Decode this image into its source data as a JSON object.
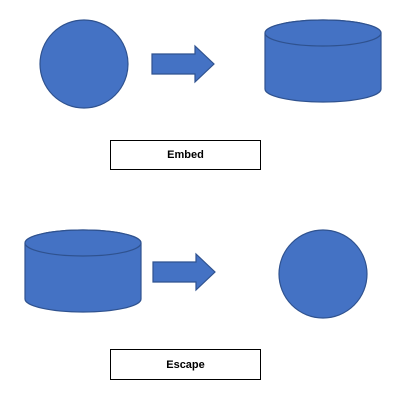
{
  "colors": {
    "fill": "#4472C4",
    "stroke": "#2F528F",
    "box_border": "#000000",
    "background": "#FFFFFF"
  },
  "diagram": {
    "embed": {
      "label": "Embed",
      "from_shape": "circle",
      "connector": "right-arrow",
      "to_shape": "cylinder"
    },
    "escape": {
      "label": "Escape",
      "from_shape": "cylinder",
      "connector": "right-arrow",
      "to_shape": "circle"
    }
  }
}
